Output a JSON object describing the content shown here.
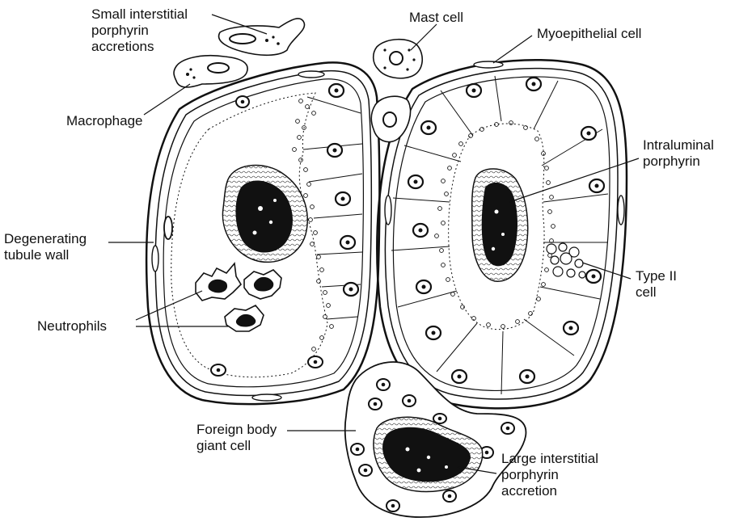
{
  "labels": {
    "small_interstitial": [
      "Small interstitial",
      "porphyrin",
      "accretions"
    ],
    "mast_cell": [
      "Mast cell"
    ],
    "myoepithelial_cell": [
      "Myoepithelial cell"
    ],
    "macrophage": [
      "Macrophage"
    ],
    "intraluminal_porphyrin": [
      "Intraluminal",
      "porphyrin"
    ],
    "degenerating_tubule_wall": [
      "Degenerating",
      "tubule wall"
    ],
    "type_ii_cell": [
      "Type II",
      "cell"
    ],
    "neutrophils": [
      "Neutrophils"
    ],
    "foreign_body_giant_cell": [
      "Foreign body",
      "giant cell"
    ],
    "large_interstitial": [
      "Large interstitial",
      "porphyrin",
      "accretion"
    ]
  },
  "colors": {
    "ink": "#111111",
    "paper": "#ffffff"
  }
}
